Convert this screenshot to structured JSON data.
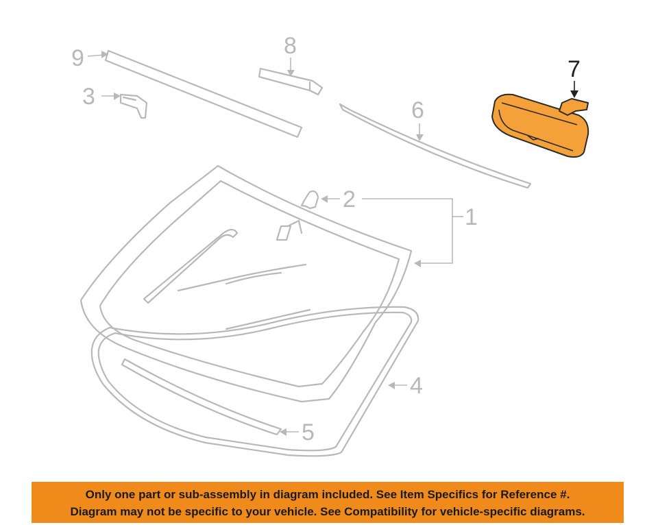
{
  "callouts": {
    "c1": "1",
    "c2": "2",
    "c3": "3",
    "c4": "4",
    "c5": "5",
    "c6": "6",
    "c7": "7",
    "c8": "8",
    "c9": "9"
  },
  "highlighted_part": "7",
  "colors": {
    "highlight": "#f5a13a",
    "notice_background": "#f08a1a",
    "part_outline": "#b8b8b8"
  },
  "notice": {
    "line1": "Only one part or sub-assembly in diagram included. See Item Specifics for Reference #.",
    "line2": "Diagram may not be specific to your vehicle. See Compatibility for vehicle-specific diagrams."
  }
}
